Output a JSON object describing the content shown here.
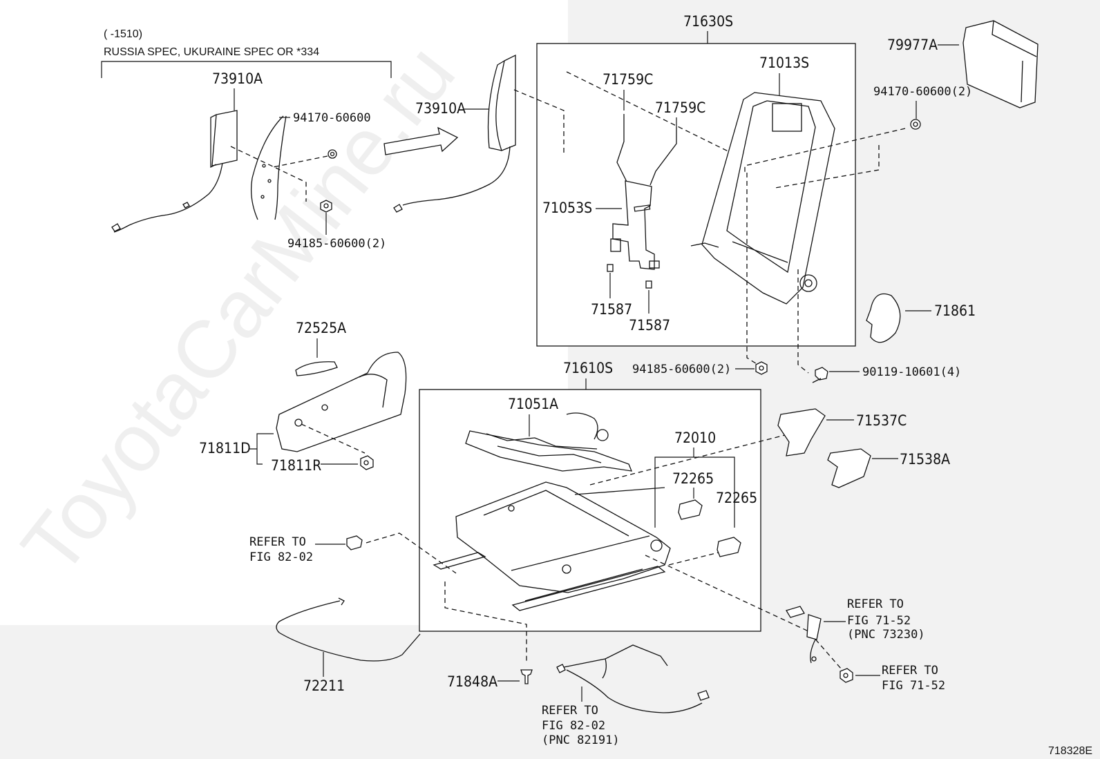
{
  "header": {
    "date_range": "(      -1510)",
    "spec_note": "RUSSIA SPEC, UKURAINE SPEC OR *334"
  },
  "watermark": "ToyotaCarMine.ru",
  "diagram_id": "718328E",
  "labels": {
    "p73910a_left": "73910A",
    "p94170_single": "94170-60600",
    "p94185_left": "94185-60600(2)",
    "p73910a_right": "73910A",
    "p71630s": "71630S",
    "p71759c_a": "71759C",
    "p71759c_b": "71759C",
    "p71013s": "71013S",
    "p71053s": "71053S",
    "p71587_a": "71587",
    "p71587_b": "71587",
    "p79977a": "79977A",
    "p94170_pair": "94170-60600(2)",
    "p71861": "71861",
    "p94185_right": "94185-60600(2)",
    "p90119": "90119-10601(4)",
    "p72525a": "72525A",
    "p71811d": "71811D",
    "p71811r": "71811R",
    "p71610s": "71610S",
    "p71051a": "71051A",
    "p72010": "72010",
    "p72265_a": "72265",
    "p72265_b": "72265",
    "p71537c": "71537C",
    "p71538a": "71538A",
    "p72211": "72211",
    "p71848a": "71848A"
  },
  "references": {
    "ref_82_02_left": {
      "line1": "REFER TO",
      "line2": "FIG 82-02"
    },
    "ref_71_52_belt": {
      "line1": "REFER TO",
      "line2": "FIG 71-52",
      "line3": "(PNC 73230)"
    },
    "ref_71_52_nut": {
      "line1": "REFER TO",
      "line2": "FIG 71-52"
    },
    "ref_82_02_bottom": {
      "line1": "REFER TO",
      "line2": "FIG 82-02",
      "line3": "(PNC 82191)"
    }
  }
}
